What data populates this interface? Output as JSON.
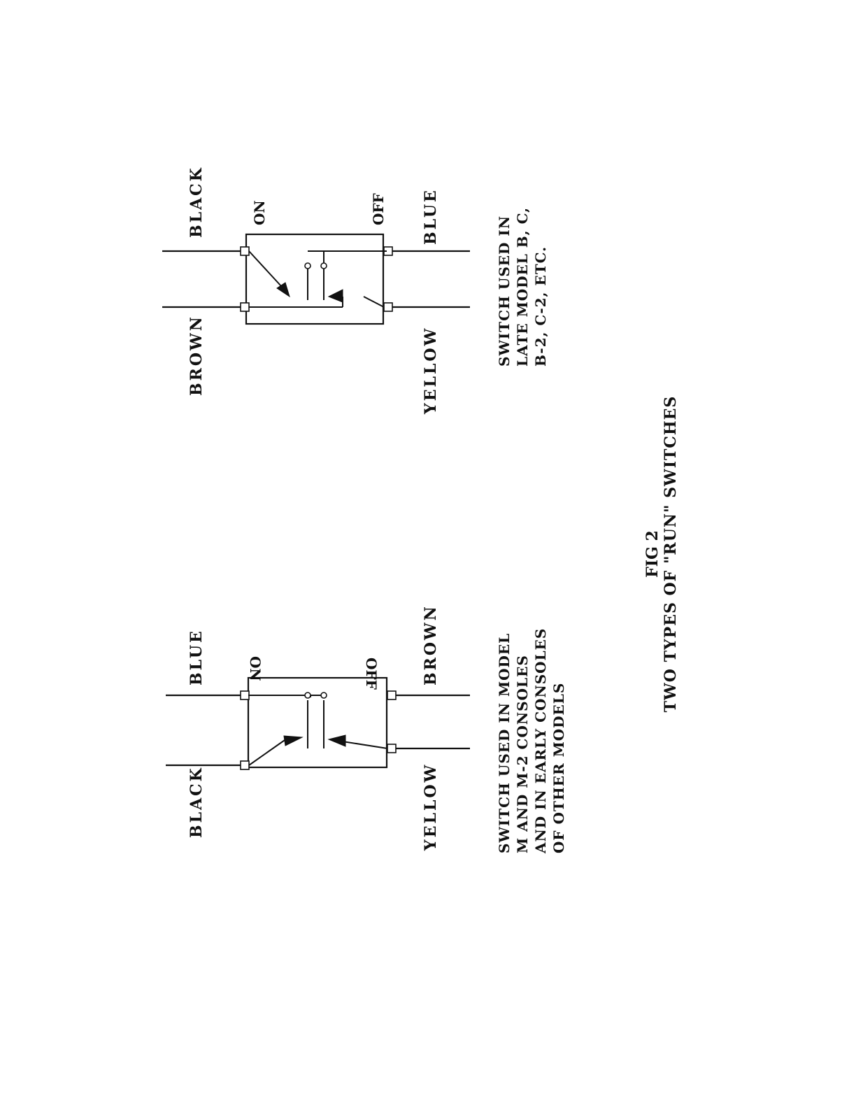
{
  "figure": {
    "number": "FIG 2",
    "title": "TWO TYPES OF \"RUN\" SWITCHES"
  },
  "switch_left": {
    "wire_labels": {
      "top_left": "BLACK",
      "top_right": "BLUE",
      "bottom_left": "YELLOW",
      "bottom_right": "BROWN"
    },
    "state_labels": {
      "on": "ON",
      "off": "OFF"
    },
    "caption_lines": [
      "SWITCH USED IN MODEL",
      "M AND M-2 CONSOLES",
      "AND IN EARLY CONSOLES",
      "OF OTHER MODELS"
    ]
  },
  "switch_right": {
    "wire_labels": {
      "top_left": "BROWN",
      "top_right": "BLACK",
      "bottom_left": "YELLOW",
      "bottom_right": "BLUE"
    },
    "state_labels": {
      "on": "ON",
      "off": "OFF"
    },
    "caption_lines": [
      "SWITCH USED IN",
      "LATE MODEL B, C,",
      "B-2, C-2, ETC."
    ]
  }
}
